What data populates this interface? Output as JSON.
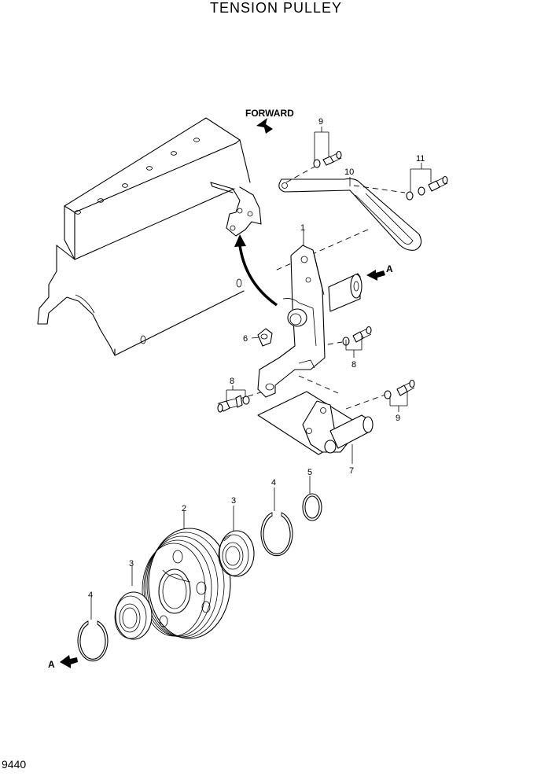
{
  "title": "TENSION PULLEY",
  "page_number": "9440",
  "direction_label": "FORWARD",
  "view_marker": "A",
  "callouts": {
    "c1": "1",
    "c2": "2",
    "c3a": "3",
    "c3b": "3",
    "c4a": "4",
    "c4b": "4",
    "c5": "5",
    "c6": "6",
    "c7": "7",
    "c8a": "8",
    "c8b": "8",
    "c9a": "9",
    "c9b": "9",
    "c10": "10",
    "c11": "11"
  }
}
